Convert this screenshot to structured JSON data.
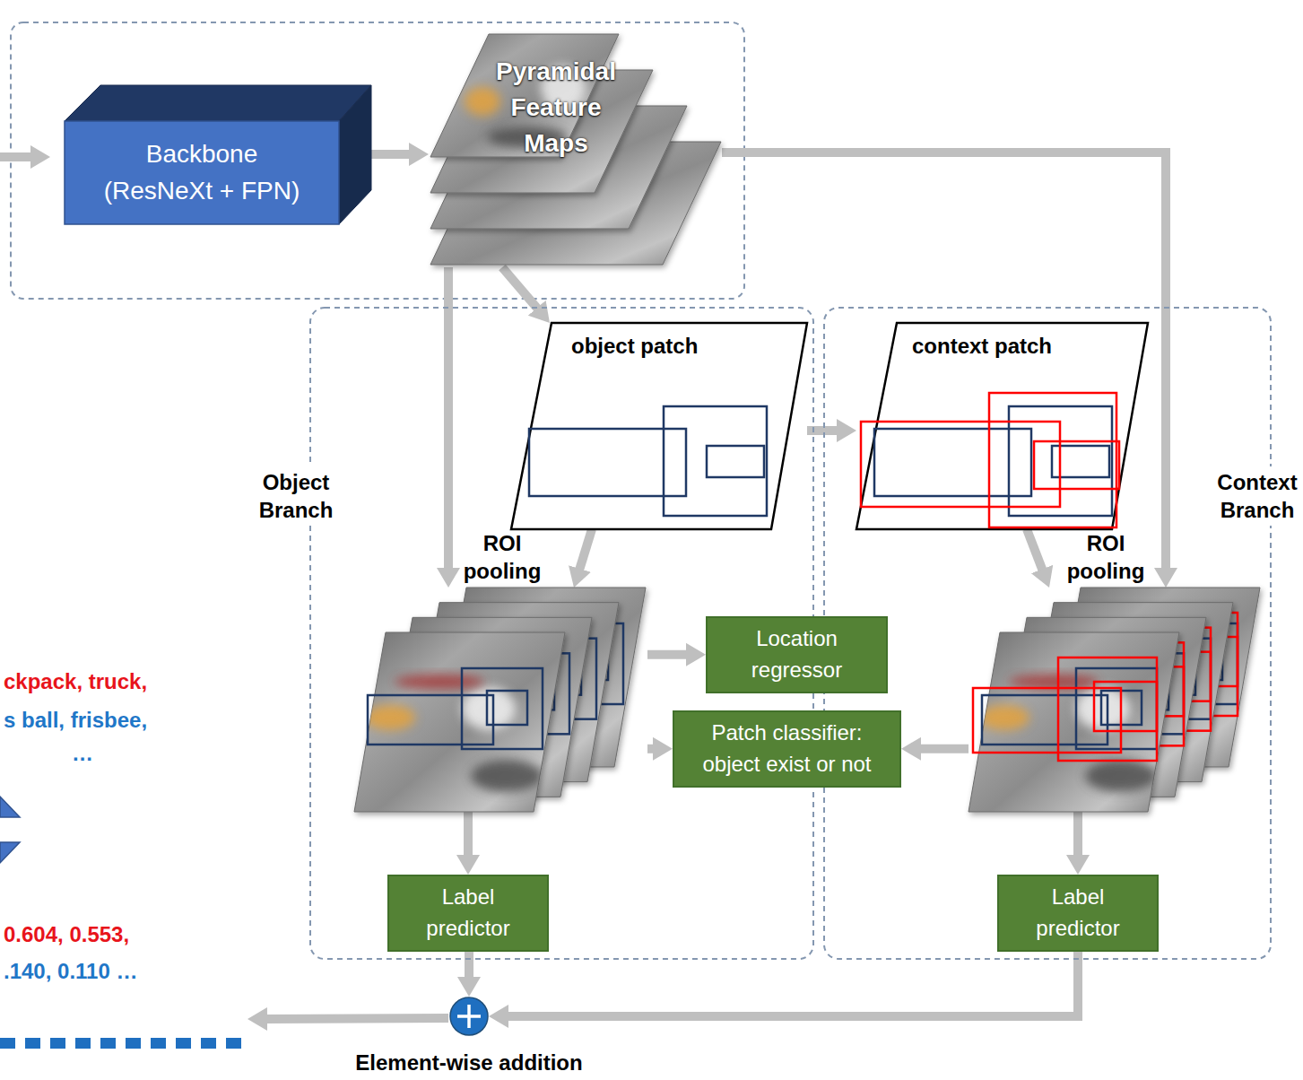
{
  "diagram": {
    "nodes": [
      {
        "text": [
          "Backbone (ResNeXt + FPN)"
        ]
      },
      {
        "text": [
          "Pyramidal Feature Maps"
        ]
      },
      {
        "text": [
          "Object Branch"
        ]
      },
      {
        "text": [
          "object patch"
        ],
        "in": 2
      },
      {
        "text": [
          "ROI pooling"
        ],
        "in": 2
      },
      {
        "text": [
          "Label predictor"
        ],
        "in": 2
      },
      {
        "text": [
          "Context Branch"
        ]
      },
      {
        "text": [
          "context patch"
        ],
        "in": 6
      },
      {
        "text": [
          "ROI pooling"
        ],
        "in": 6
      },
      {
        "text": [
          "Label predictor"
        ],
        "in": 6
      },
      {
        "text": [
          "Location regressor"
        ]
      },
      {
        "text": [
          "Patch classifier: object exist or not"
        ]
      },
      {
        "text": [
          "Element-wise addition"
        ]
      }
    ],
    "edges": [
      {
        "from": 0,
        "to": 1,
        "arrow": "to"
      },
      {
        "from": 1,
        "to": 3,
        "arrow": "to"
      },
      {
        "from": 1,
        "to": 4,
        "arrow": "to"
      },
      {
        "from": 3,
        "to": 4,
        "arrow": "to"
      },
      {
        "from": 3,
        "to": 7,
        "arrow": "to"
      },
      {
        "from": 1,
        "to": 8,
        "arrow": "to"
      },
      {
        "from": 7,
        "to": 8,
        "arrow": "to"
      },
      {
        "from": 4,
        "to": 10,
        "arrow": "to"
      },
      {
        "from": 4,
        "to": 11,
        "arrow": "to"
      },
      {
        "from": 8,
        "to": 11,
        "arrow": "to"
      },
      {
        "from": 4,
        "to": 5,
        "arrow": "to"
      },
      {
        "from": 8,
        "to": 9,
        "arrow": "to"
      },
      {
        "from": 5,
        "to": 12,
        "arrow": "to"
      },
      {
        "from": 9,
        "to": 12,
        "arrow": "to"
      }
    ],
    "labels": [
      "ckpack, truck,",
      "s ball, frisbee,",
      "…",
      "0.604, 0.553,",
      ".140, 0.110 …"
    ]
  }
}
